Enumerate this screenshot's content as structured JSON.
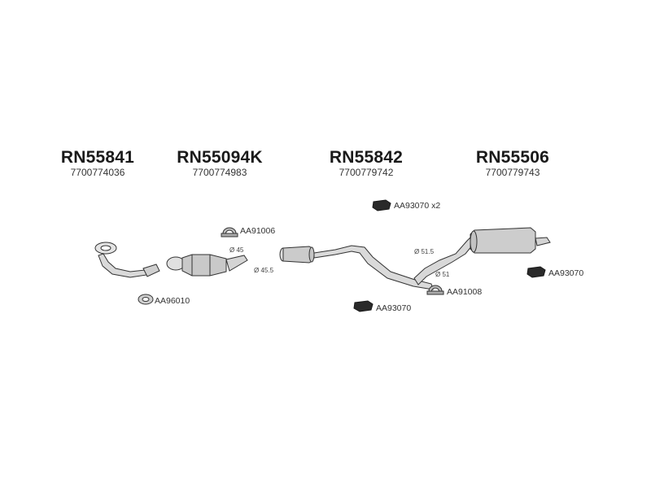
{
  "parts": [
    {
      "code": "RN55841",
      "oem": "7700774036"
    },
    {
      "code": "RN55094K",
      "oem": "7700774983"
    },
    {
      "code": "RN55842",
      "oem": "7700779742"
    },
    {
      "code": "RN55506",
      "oem": "7700779743"
    }
  ],
  "accessories": {
    "gasket_front": "AA96010",
    "clamp_cat": "AA91006",
    "hanger_mid_x2": "AA93070 x2",
    "clamp_rear": "AA91008",
    "hanger_mid": "AA93070",
    "hanger_rear": "AA93070"
  },
  "dimensions": {
    "d45": "Ø 45",
    "d455": "Ø 45.5",
    "d515": "Ø 51.5",
    "d51": "Ø 51"
  }
}
